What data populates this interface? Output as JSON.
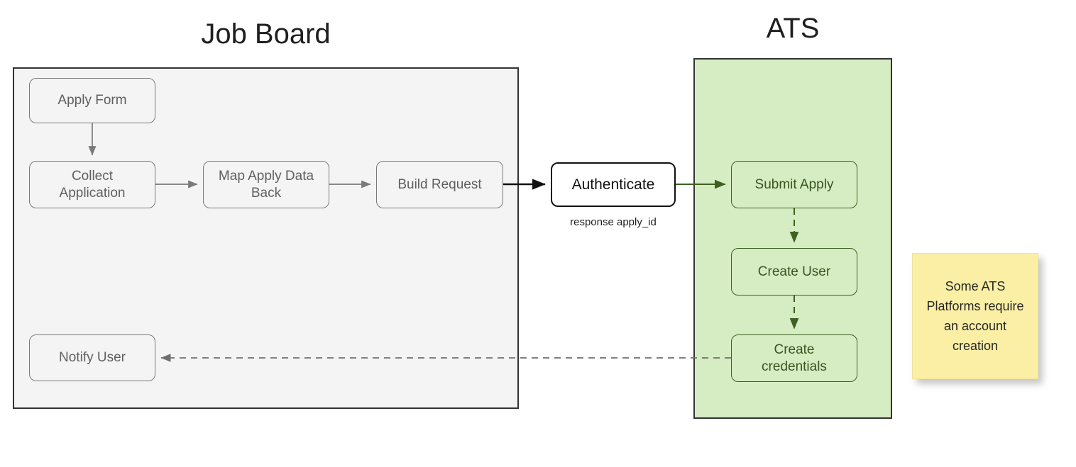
{
  "lanes": [
    {
      "id": "jobboard",
      "title": "Job Board",
      "fill": "#f4f4f4",
      "stroke": "#333333"
    },
    {
      "id": "ats",
      "title": "ATS",
      "fill": "#d6ecc3",
      "stroke": "#333333"
    }
  ],
  "jobboard": {
    "title": "Job Board",
    "nodes": {
      "apply_form": "Apply Form",
      "collect_application": "Collect\nApplication",
      "map_apply_data_back": "Map Apply Data\nBack",
      "build_request": "Build Request",
      "notify_user": "Notify User"
    }
  },
  "bridge": {
    "authenticate": "Authenticate",
    "response_label": "response apply_id"
  },
  "ats": {
    "title": "ATS",
    "nodes": {
      "submit_apply": "Submit Apply",
      "create_user": "Create User",
      "create_credentials": "Create\ncredentials"
    }
  },
  "note": {
    "text": "Some ATS Platforms require an account creation",
    "color": "#faefa5"
  },
  "colors": {
    "jobboard_fill": "#f4f4f4",
    "jobboard_node_stroke": "#7a7a7a",
    "jobboard_node_text": "#5f5f5f",
    "ats_fill": "#d6ecc3",
    "ats_node_stroke": "#3e6022",
    "ats_node_text": "#38551f",
    "bridge_stroke": "#111111",
    "note_fill": "#faefa5",
    "lane_stroke": "#333333",
    "page_background": "#ffffff"
  },
  "edges": [
    {
      "from": "apply_form",
      "to": "collect_application",
      "style": "solid",
      "color": "#7a7a7a"
    },
    {
      "from": "collect_application",
      "to": "map_apply_data_back",
      "style": "solid",
      "color": "#7a7a7a"
    },
    {
      "from": "map_apply_data_back",
      "to": "build_request",
      "style": "solid",
      "color": "#7a7a7a"
    },
    {
      "from": "build_request",
      "to": "authenticate",
      "style": "solid",
      "color": "#111111"
    },
    {
      "from": "authenticate",
      "to": "submit_apply",
      "style": "solid",
      "color": "#3e6022"
    },
    {
      "from": "submit_apply",
      "to": "create_user",
      "style": "dashed",
      "color": "#3e6022"
    },
    {
      "from": "create_user",
      "to": "create_credentials",
      "style": "dashed",
      "color": "#3e6022"
    },
    {
      "from": "create_credentials",
      "to": "notify_user",
      "style": "dashed",
      "color": "#5f5f5f"
    }
  ]
}
